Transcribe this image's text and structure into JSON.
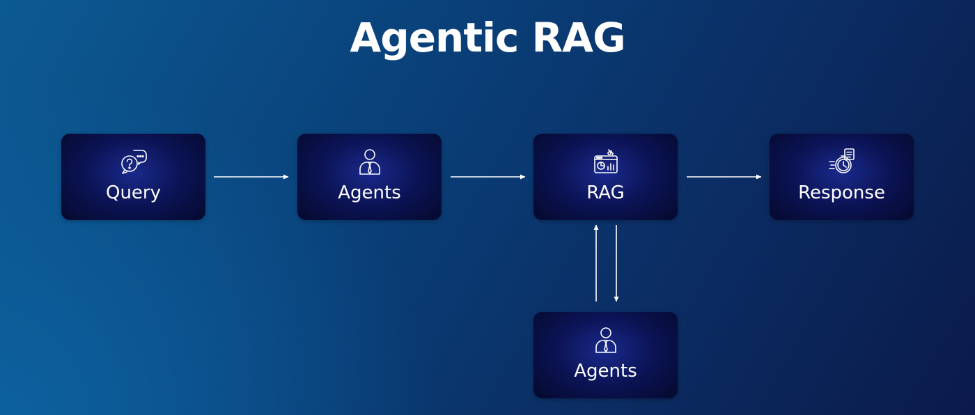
{
  "title": "Agentic RAG",
  "nodes": {
    "query": {
      "label": "Query",
      "icon": "question-chat-icon"
    },
    "agents": {
      "label": "Agents",
      "icon": "person-icon"
    },
    "rag": {
      "label": "RAG",
      "icon": "dashboard-gear-icon"
    },
    "response": {
      "label": "Response",
      "icon": "stopwatch-document-icon"
    },
    "agents_lower": {
      "label": "Agents",
      "icon": "person-icon"
    }
  },
  "edges": [
    {
      "from": "query",
      "to": "agents"
    },
    {
      "from": "agents",
      "to": "rag"
    },
    {
      "from": "rag",
      "to": "response"
    },
    {
      "from": "agents_lower",
      "to": "rag"
    },
    {
      "from": "rag",
      "to": "agents_lower"
    }
  ],
  "colors": {
    "background_start": "#0c5a93",
    "background_end": "#0b1a4a",
    "node_fill": "#0b1354",
    "text": "#ffffff",
    "arrow": "#ffffff"
  }
}
